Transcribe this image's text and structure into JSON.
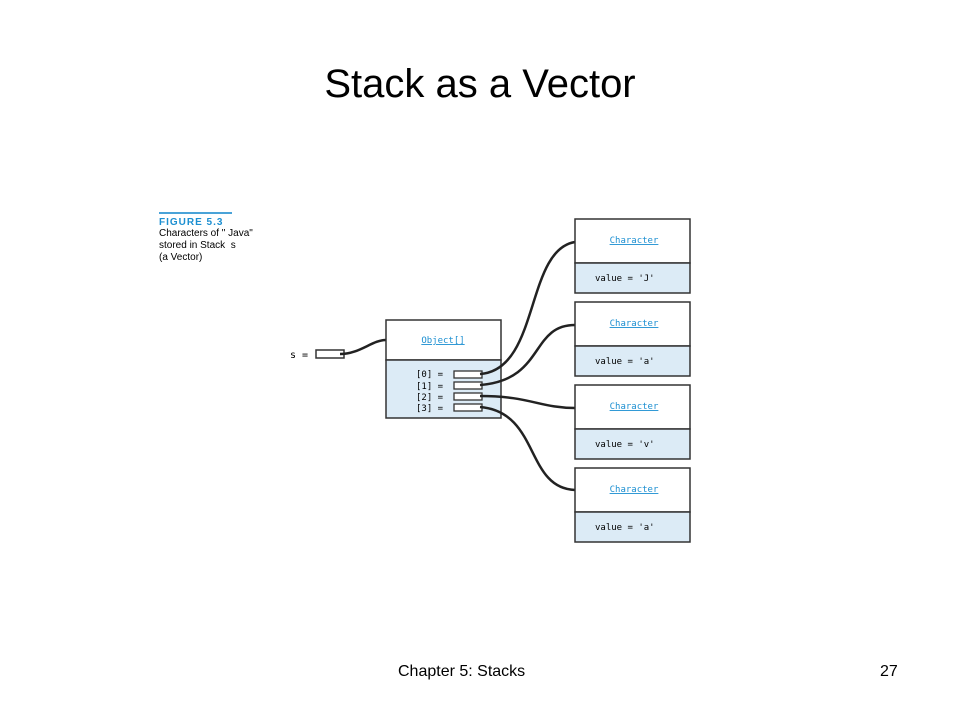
{
  "slide": {
    "title": "Stack as a Vector",
    "footer_left": "Chapter 5: Stacks",
    "footer_right": "27"
  },
  "figure": {
    "label": "FIGURE 5.3",
    "caption_lines": [
      "Characters of \" Java\"",
      "stored in Stack  s",
      "(a Vector)"
    ],
    "variable_label": "s =",
    "array_box": {
      "type_label": "Object[]",
      "slots": [
        "[0] =",
        "[1] =",
        "[2] =",
        "[3] ="
      ]
    },
    "objects": [
      {
        "type_label": "Character",
        "value": "value = 'J'"
      },
      {
        "type_label": "Character",
        "value": "value = 'a'"
      },
      {
        "type_label": "Character",
        "value": "value = 'v'"
      },
      {
        "type_label": "Character",
        "value": "value = 'a'"
      }
    ]
  },
  "colors": {
    "box_header_bg": "#ffffff",
    "box_body_bg": "#dcebf6",
    "type_label": "#1c8fd1",
    "border": "#333333"
  }
}
